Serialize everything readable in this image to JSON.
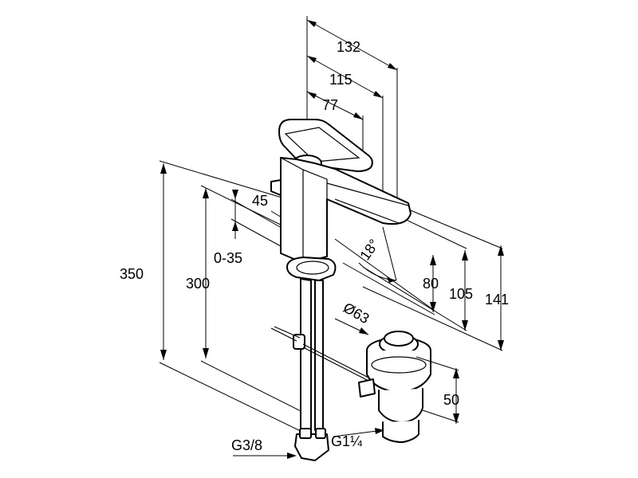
{
  "title": "",
  "dimensions": {
    "d132": "132",
    "d115": "115",
    "d77": "77",
    "d45": "45",
    "d18": "18°",
    "d0_35": "0-35",
    "d350": "350",
    "d300": "300",
    "d80": "80",
    "d105": "105",
    "d141": "141",
    "d_phi63": "Ø63",
    "d50": "50"
  },
  "threads": {
    "g38": "G3/8",
    "g114": "G1¼"
  }
}
